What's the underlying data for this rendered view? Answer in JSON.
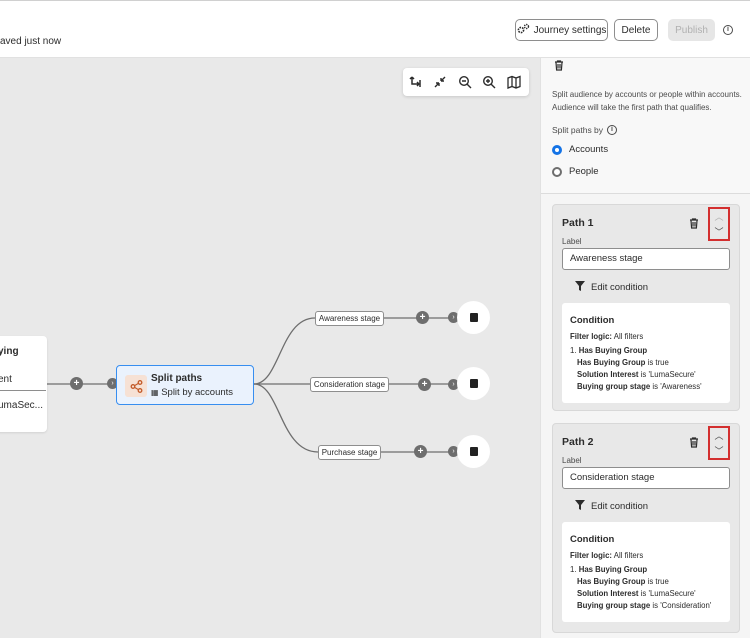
{
  "header": {
    "saved_status": "aved just now",
    "journey_settings_label": "Journey settings",
    "delete_label": "Delete",
    "publish_label": "Publish"
  },
  "canvas": {
    "left_node": {
      "title": "ying",
      "line1": "ent",
      "line2": "umaSec..."
    },
    "split_node": {
      "title": "Split paths",
      "subtitle": "Split by accounts"
    },
    "path_labels": [
      "Awareness stage",
      "Consideration stage",
      "Purchase stage"
    ]
  },
  "panel": {
    "description": "Split audience by accounts or people within accounts. Audience will take the first path that qualifies.",
    "split_paths_by_label": "Split paths by",
    "options": [
      {
        "label": "Accounts",
        "selected": true
      },
      {
        "label": "People",
        "selected": false
      }
    ],
    "paths": [
      {
        "title": "Path 1",
        "label_caption": "Label",
        "label_value": "Awareness stage",
        "edit_condition": "Edit condition",
        "condition_title": "Condition",
        "filter_logic_key": "Filter logic:",
        "filter_logic_value": "All filters",
        "item_prefix": "1.",
        "item_title": "Has Buying Group",
        "rows": [
          {
            "key": "Has Buying Group",
            "value": "is true"
          },
          {
            "key": "Solution Interest",
            "value": "is 'LumaSecure'"
          },
          {
            "key": "Buying group stage",
            "value": "is 'Awareness'"
          }
        ]
      },
      {
        "title": "Path 2",
        "label_caption": "Label",
        "label_value": "Consideration stage",
        "edit_condition": "Edit condition",
        "condition_title": "Condition",
        "filter_logic_key": "Filter logic:",
        "filter_logic_value": "All filters",
        "item_prefix": "1.",
        "item_title": "Has Buying Group",
        "rows": [
          {
            "key": "Has Buying Group",
            "value": "is true"
          },
          {
            "key": "Solution Interest",
            "value": "is 'LumaSecure'"
          },
          {
            "key": "Buying group stage",
            "value": "is 'Consideration'"
          }
        ]
      }
    ]
  }
}
